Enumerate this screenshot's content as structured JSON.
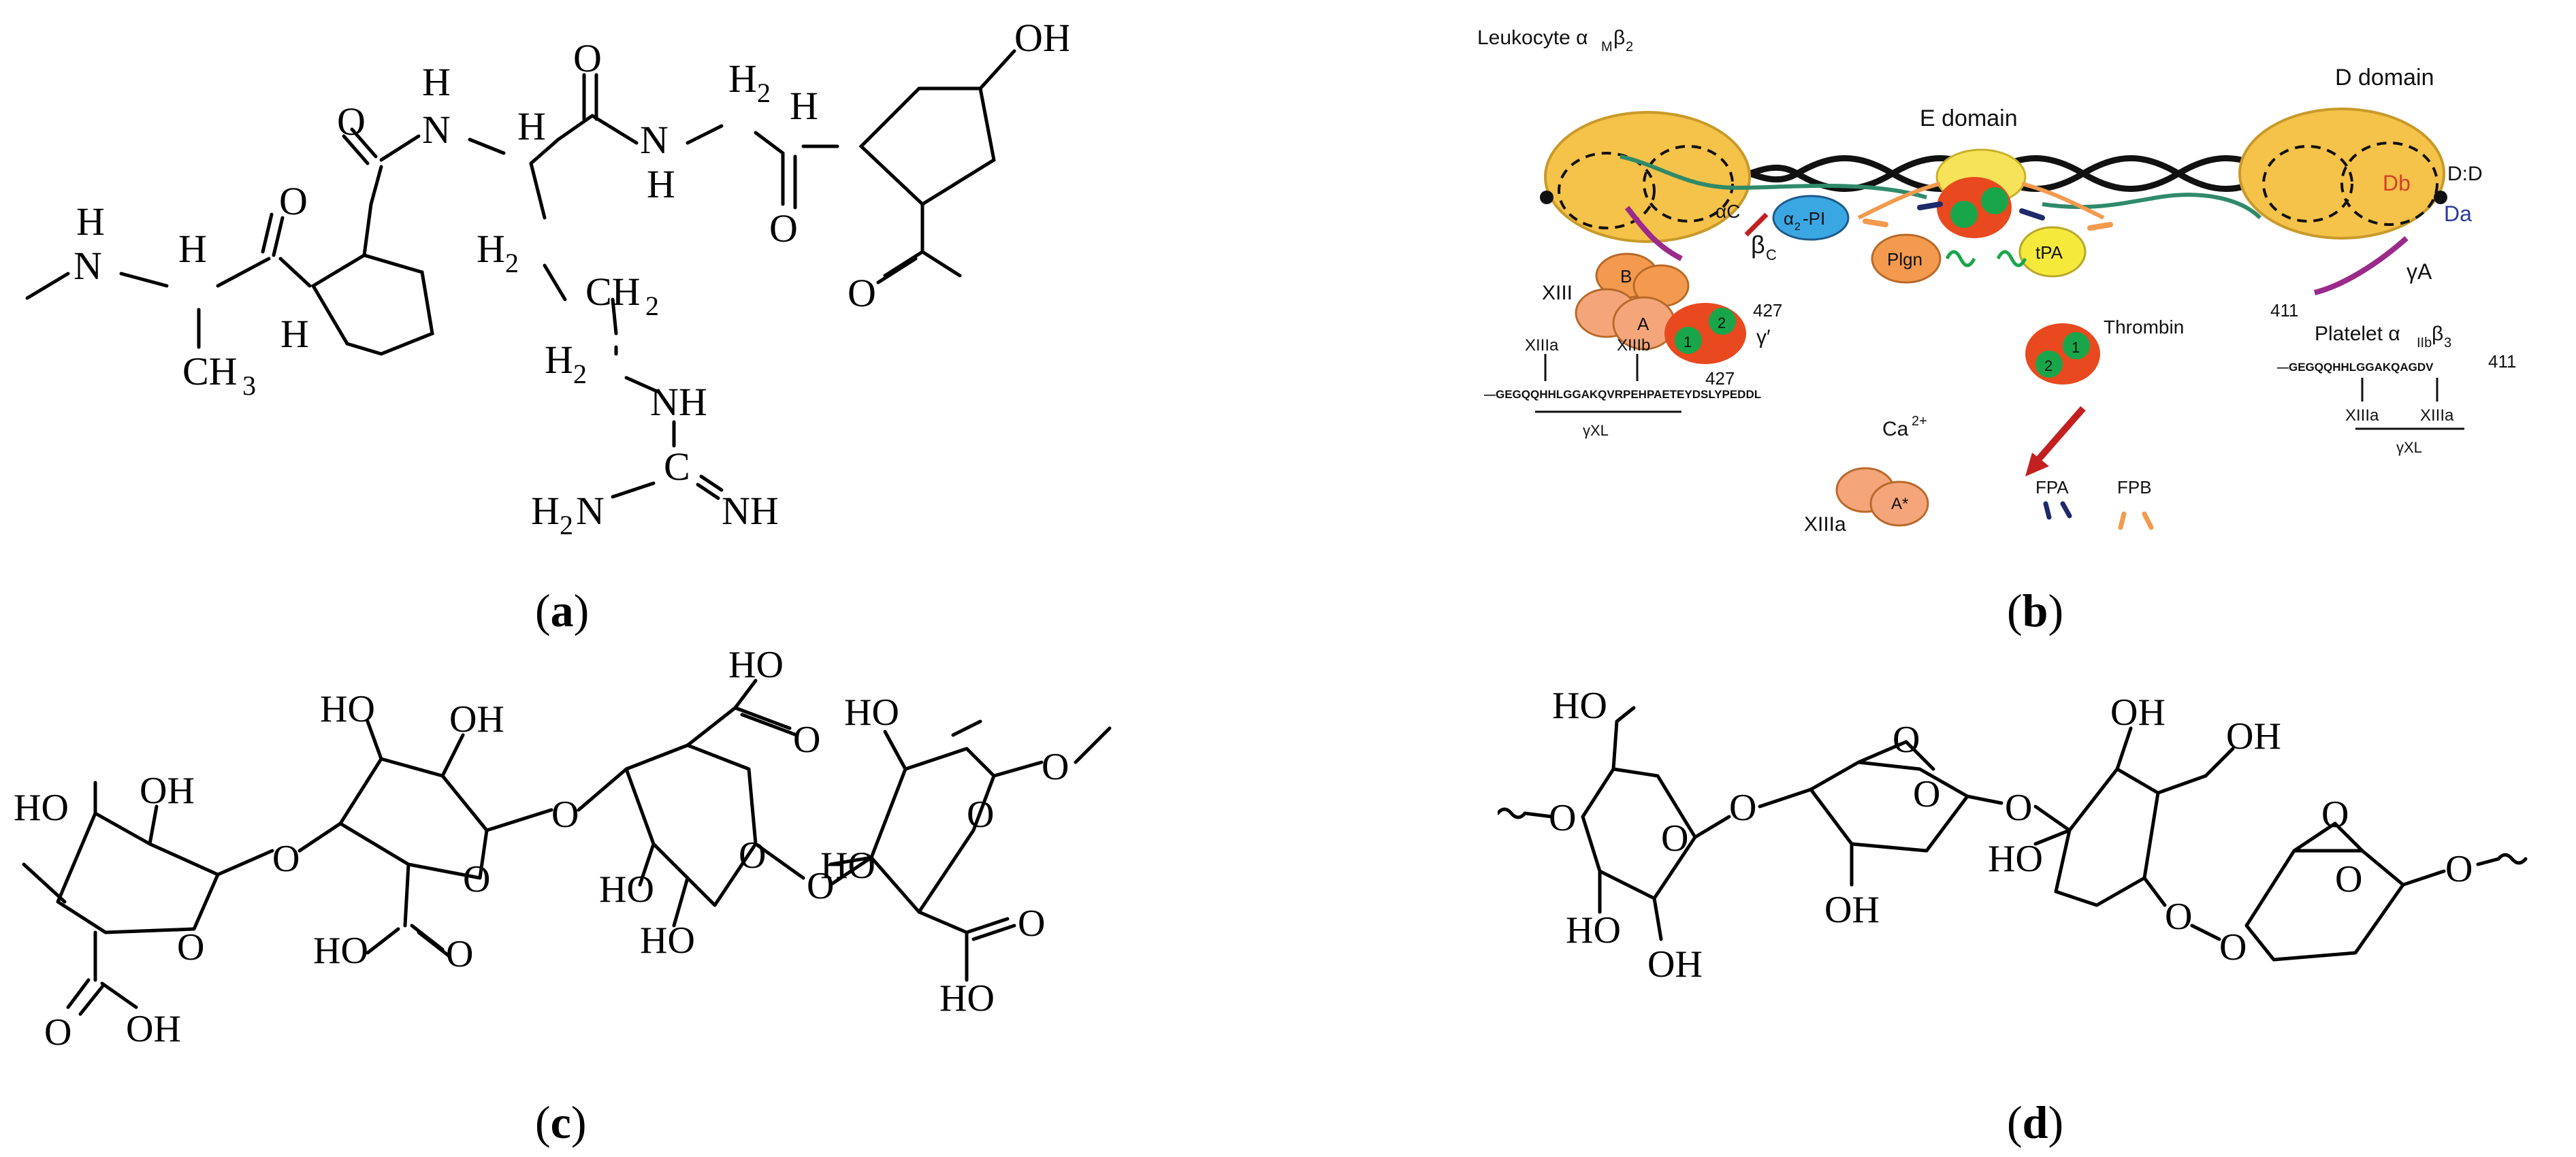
{
  "captions": {
    "a": "a",
    "b": "b",
    "c": "c",
    "d": "d"
  },
  "panel_a": {
    "labels": {
      "h_nh_left": "H",
      "n_left": "N",
      "h_alpha": "H",
      "ch3": "CH",
      "ch3_sub": "3",
      "o1": "O",
      "h_ring": "H",
      "o2": "O",
      "h_amide1": "H",
      "n_amide1": "N",
      "h_ca": "H",
      "o3": "O",
      "n_amide2": "N",
      "h_amide2": "H",
      "h2_cb": "H",
      "h2_cb_sub": "2",
      "ch2_g": "CH",
      "ch2_g_sub": "2",
      "h2_d": "H",
      "h2_d_sub": "2",
      "nh_guan": "NH",
      "c_guan": "C",
      "h2n": "H",
      "h2n_sub": "2",
      "h2n_n": "N",
      "nh_imine": "NH",
      "h2_top": "H",
      "h2_top_sub": "2",
      "h_ring2": "H",
      "o4": "O",
      "oh": "OH",
      "o5": "O"
    }
  },
  "panel_b": {
    "labels": {
      "leukocyte": "Leukocyte α",
      "leuk_sub": "M",
      "leuk_beta": "β",
      "leuk_beta_sub": "2",
      "e_domain": "E domain",
      "d_domain": "D domain",
      "dd": "D:D",
      "db": "Db",
      "da": "Da",
      "a2pi": "α",
      "a2pi_sub": "2",
      "a2pi_suffix": "-PI",
      "plgn": "Plgn",
      "tpa": "tPA",
      "beta_c": "β",
      "beta_c_sub": "C",
      "alpha_c": "αC",
      "xiii": "XIII",
      "b_sub": "B",
      "a_sub": "A",
      "one": "1",
      "two": "2",
      "n427a": "427",
      "gamma_prime": "γ′",
      "n427b": "427",
      "thrombin": "Thrombin",
      "ca": "Ca",
      "ca_sup": "2+",
      "xiiia": "XIIIa",
      "a_star": "A*",
      "fpa": "FPA",
      "fpb": "FPB",
      "n411a": "411",
      "gamma_a": "γA",
      "platelet": "Platelet α",
      "plt_sub": "IIb",
      "plt_beta": "β",
      "plt_beta_sub": "3",
      "n411b": "411",
      "xiiia_l": "XIIIa",
      "xiiib_l": "XIIIb",
      "seq_left": "—GEGQQHHLGGAKQVRPEHPAETEYDSLYPEDDL",
      "gxl_left": "γXL",
      "seq_right": "—GEGQQHHLGGAKQAGDV",
      "xiiia_r1": "XIIIa",
      "xiiia_r2": "XIIIa",
      "gxl_right": "γXL"
    },
    "colors": {
      "d_domain": "#f5c24a",
      "d_outline": "#c99a2a",
      "e_domain": "#f7e35a",
      "red": "#e8491f",
      "green": "#19a64a",
      "orange": "#f39a4e",
      "salmon": "#f4a57a",
      "blue": "#3aa7e3",
      "yellow": "#f5ea3c",
      "magenta": "#9b2a8a",
      "teal": "#2f8a6a",
      "navy": "#1e2a6a"
    }
  },
  "panel_c": {
    "labels": {
      "ho1": "HO",
      "oh1": "OH",
      "o_r1": "O",
      "o_c1": "O",
      "oh_c1": "OH",
      "o_link1": "O",
      "ho2": "HO",
      "oh2": "OH",
      "o_r2": "O",
      "ho_c2": "HO",
      "o_c2": "O",
      "o_link2": "O",
      "ho3_top": "HO",
      "o3_top": "O",
      "ho3a": "HO",
      "ho3b": "HO",
      "o_r3": "O",
      "o_link3": "O",
      "ho4a": "HO",
      "ho4b": "HO",
      "o_r4": "O",
      "o_me": "O",
      "o_c4": "O",
      "ho_c4": "HO"
    }
  },
  "panel_d": {
    "labels": {
      "o_left": "O",
      "ho_top1": "HO",
      "o_r1": "O",
      "o_link1": "O",
      "ho1": "HO",
      "oh1": "OH",
      "o_bridge1": "O",
      "o_r2": "O",
      "o_link2": "O",
      "oh2": "OH",
      "oh3_top": "OH",
      "oh3_ch2": "OH",
      "ho3": "HO",
      "o_r3a": "O",
      "o_r3b": "O",
      "o_bridge4": "O",
      "o_r4": "O",
      "o_end": "O"
    }
  }
}
